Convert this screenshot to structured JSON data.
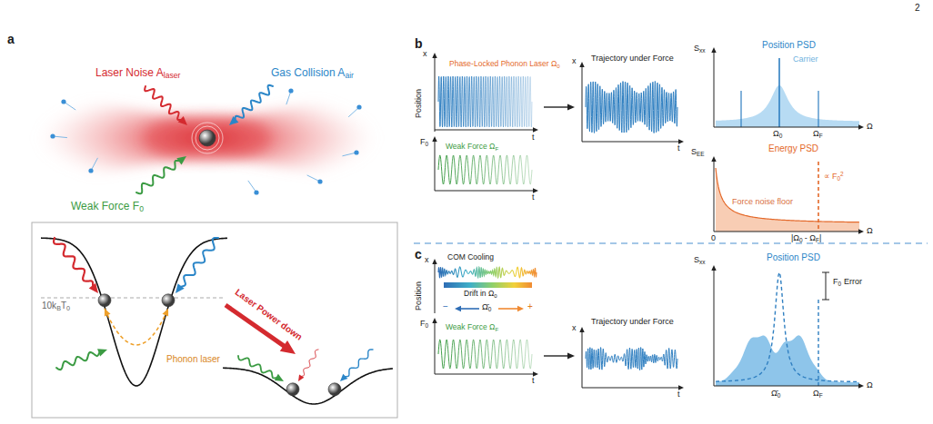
{
  "diagram": {
    "labels": [
      "2",
      "a",
      "Laser Noise A",
      "laser",
      "Gas Collision A",
      "air",
      "Weak Force F",
      "0",
      "10k",
      "B",
      "T",
      "0",
      "Phonon laser",
      "Laser Power down",
      "b",
      "Phase-Locked Phonon Laser Ω",
      "0",
      "x",
      "Position",
      "t",
      "Weak Force Ω",
      "F",
      "F",
      "0",
      "t",
      "Trajectory under Force",
      "x",
      "t",
      "S",
      "xx",
      "Position PSD",
      "Carrier",
      "Ω",
      "0",
      "Ω",
      "F",
      "Ω",
      "S",
      "EE",
      "Energy PSD",
      "∝ F",
      "0",
      "2",
      "Force noise floor",
      "0",
      "|Ω",
      "0",
      "- Ω",
      "F",
      "|",
      "Ω",
      "c",
      "x",
      "Position",
      "COM Cooling",
      "Drift in Ω",
      "0",
      "−",
      "Ω̄",
      "0",
      "+",
      "F",
      "0",
      "Weak Force Ω",
      "F",
      "t",
      "Trajectory under Force",
      "x",
      "t",
      "S",
      "xx",
      "Position PSD",
      "F",
      "0",
      "Error",
      "Ω̄",
      "0",
      "Ω",
      "F",
      "Ω"
    ]
  }
}
